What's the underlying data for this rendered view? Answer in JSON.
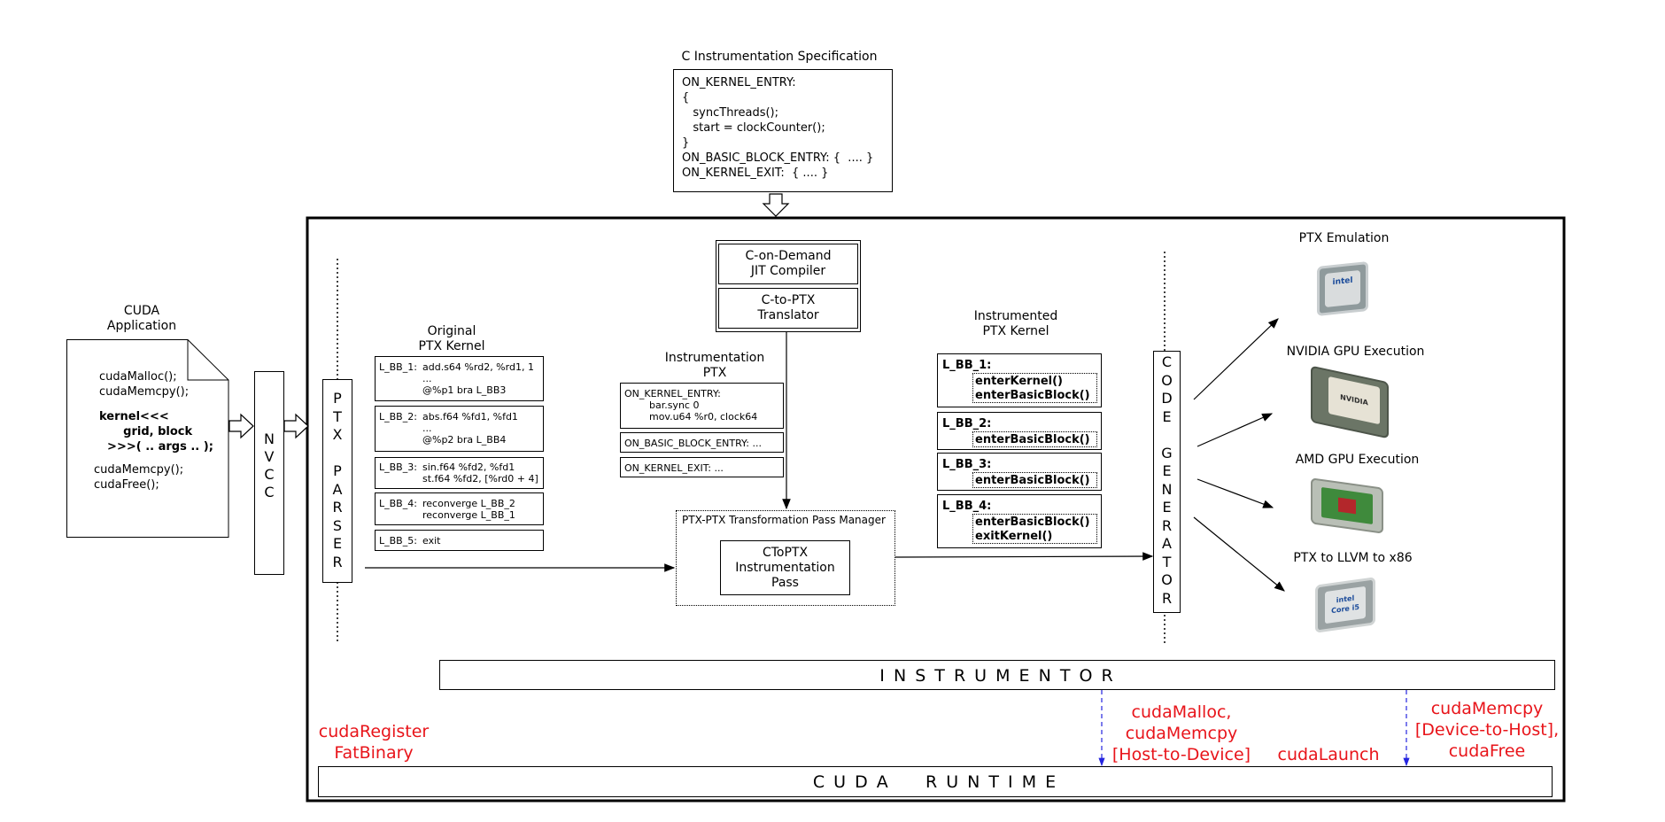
{
  "spec": {
    "title": "C Instrumentation Specification",
    "lines": [
      "ON_KERNEL_ENTRY:",
      "{",
      "   syncThreads();",
      "   start = clockCounter();",
      "}",
      "ON_BASIC_BLOCK_ENTRY: {  .... }",
      "ON_KERNEL_EXIT:  { .... }"
    ]
  },
  "app": {
    "title": "CUDA\nApplication",
    "line1": "cudaMalloc();",
    "line2": "cudaMemcpy();",
    "kernel": "kernel<<<\n      grid, block\n  >>>( .. args .. );",
    "line3": "cudaMemcpy();",
    "line4": "cudaFree();"
  },
  "nvcc": "N\nV\nC\nC",
  "parser": "P\nT\nX\n\nP\nA\nR\nS\nE\nR",
  "original": {
    "title": "Original\nPTX Kernel",
    "blocks": [
      {
        "label": "L_BB_1:",
        "code": "add.s64 %rd2, %rd1, 1\n...\n@%p1 bra L_BB3"
      },
      {
        "label": "L_BB_2:",
        "code": "abs.f64 %fd1, %fd1\n...\n@%p2 bra L_BB4"
      },
      {
        "label": "L_BB_3:",
        "code": "sin.f64 %fd2, %fd1\nst.f64 %fd2, [%rd0 + 4]"
      },
      {
        "label": "L_BB_4:",
        "code": "reconverge L_BB_2\nreconverge L_BB_1"
      },
      {
        "label": "L_BB_5:",
        "code": "exit"
      }
    ]
  },
  "jit": {
    "compiler": "C-on-Demand\nJIT Compiler",
    "translator": "C-to-PTX\nTranslator"
  },
  "instr_ptx": {
    "title": "Instrumentation\nPTX",
    "entry": "ON_KERNEL_ENTRY:\n        bar.sync 0\n        mov.u64 %r0, clock64",
    "bb": "ON_BASIC_BLOCK_ENTRY: ...",
    "exit": "ON_KERNEL_EXIT: ..."
  },
  "pass_manager": {
    "title": "PTX-PTX Transformation Pass Manager",
    "pass": "CToPTX\nInstrumentation\nPass"
  },
  "instrumented": {
    "title": "Instrumented\nPTX Kernel",
    "blocks": [
      {
        "label": "L_BB_1:",
        "calls": [
          "enterKernel()",
          "enterBasicBlock()"
        ]
      },
      {
        "label": "L_BB_2:",
        "calls": [
          "enterBasicBlock()"
        ]
      },
      {
        "label": "L_BB_3:",
        "calls": [
          "enterBasicBlock()"
        ]
      },
      {
        "label": "L_BB_4:",
        "calls": [
          "enterBasicBlock()",
          "exitKernel()"
        ]
      }
    ]
  },
  "codegen": "C\nO\nD\nE\n\nG\nE\nN\nE\nR\nA\nT\nO\nR",
  "targets": [
    {
      "title": "PTX Emulation",
      "icon": "intel-conroe-cpu-icon"
    },
    {
      "title": "NVIDIA GPU Execution",
      "icon": "nvidia-gpu-chip-icon"
    },
    {
      "title": "AMD GPU Execution",
      "icon": "amd-gpu-chip-icon"
    },
    {
      "title": "PTX to LLVM to x86",
      "icon": "intel-core-i5-cpu-icon"
    }
  ],
  "instrumentor": "I N S T R U M E N T O R",
  "runtime": "C U D A     R U N T I M E",
  "calls": {
    "register": "cudaRegister\nFatBinary",
    "malloc": "cudaMalloc,\ncudaMemcpy\n[Host-to-Device]",
    "launch": "cudaLaunch",
    "memcpy": "cudaMemcpy\n[Device-to-Host],\ncudaFree"
  },
  "colors": {
    "red_call": "#e8141a",
    "dashed_arrow": "#2424e0"
  }
}
